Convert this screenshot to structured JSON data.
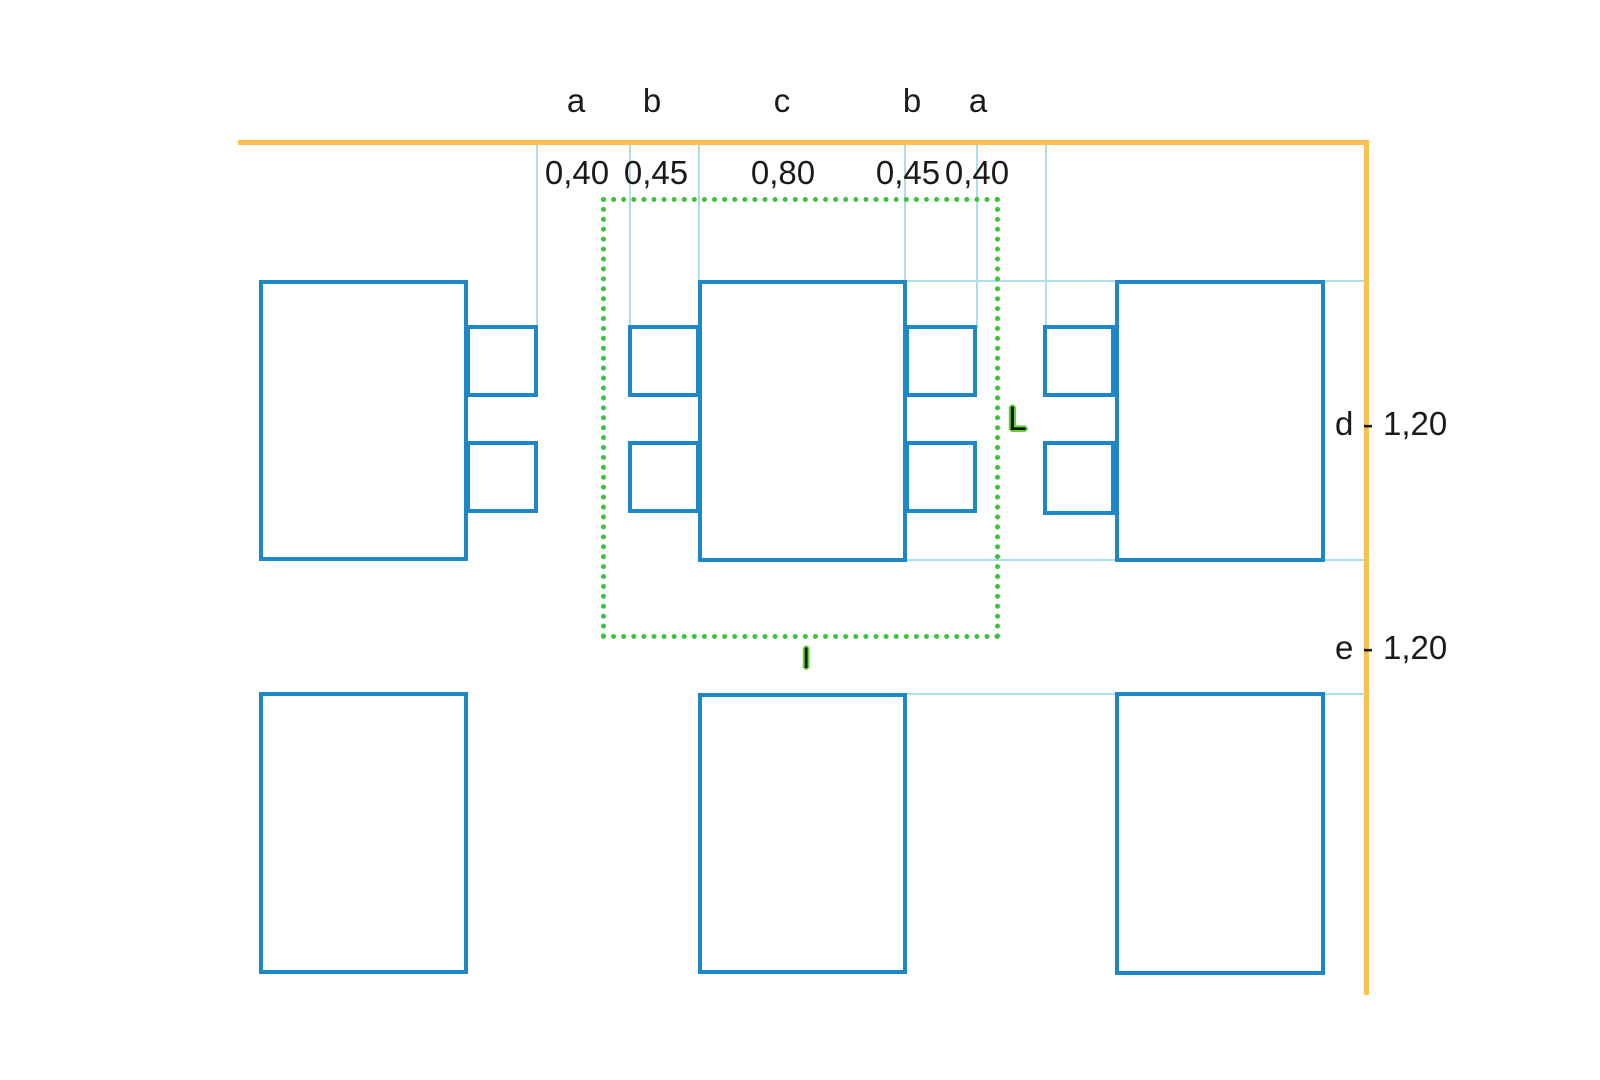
{
  "colors": {
    "furniture_outline_blue": "#1E87C8",
    "boundary_orange": "#FBC052",
    "guide_line_cyan": "#ABDFEA",
    "zone_outline_green": "#3CC33C",
    "label_text": "#1A1A1A"
  },
  "top_dimensions": {
    "segments": [
      {
        "letter": "a",
        "value": "0,40"
      },
      {
        "letter": "b",
        "value": "0,45"
      },
      {
        "letter": "c",
        "value": "0,80"
      },
      {
        "letter": "b",
        "value": "0,45"
      },
      {
        "letter": "a",
        "value": "0,40"
      }
    ]
  },
  "right_dimensions": [
    {
      "label": "d -",
      "value": "1,20"
    },
    {
      "label": "e -",
      "value": "1,20"
    }
  ],
  "zone_labels": {
    "right": "L",
    "bottom": "I"
  }
}
